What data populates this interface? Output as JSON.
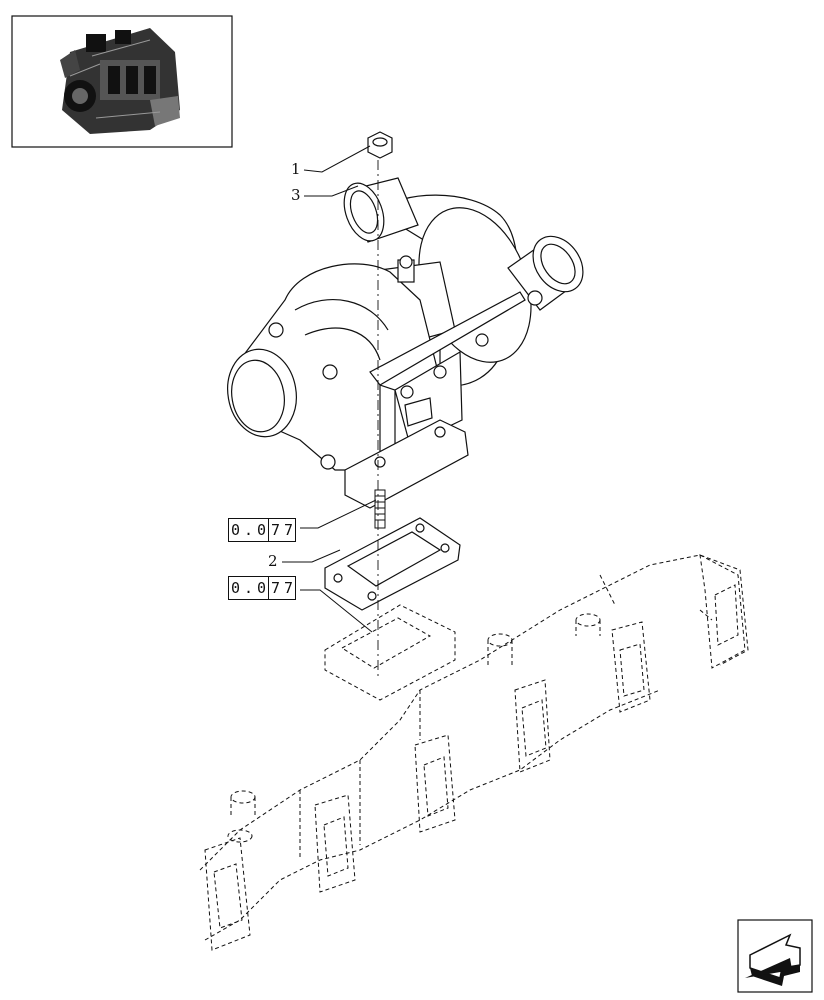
{
  "callouts": [
    {
      "id": "1",
      "label": "1"
    },
    {
      "id": "3",
      "label": "3"
    },
    {
      "id": "2",
      "label": "2"
    }
  ],
  "references": [
    {
      "id": "ref-a",
      "chars": [
        "0",
        ".",
        "0",
        "7",
        "7"
      ]
    },
    {
      "id": "ref-b",
      "chars": [
        "0",
        ".",
        "0",
        "7",
        "7"
      ]
    }
  ],
  "icons": {
    "thumbnail": "engine-thumbnail-icon",
    "nav": "next-page-arrow-icon"
  },
  "colors": {
    "line": "#111111",
    "background": "#ffffff"
  }
}
